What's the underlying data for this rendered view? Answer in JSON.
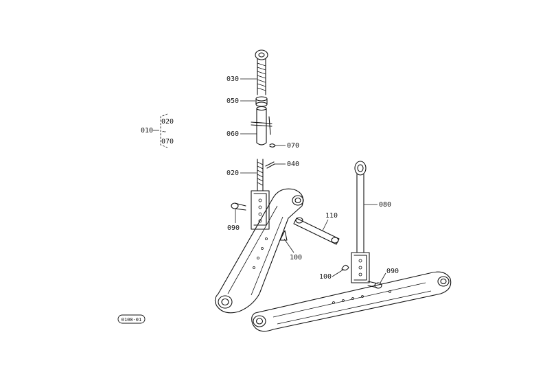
{
  "group": {
    "main": "010",
    "from": "020",
    "range_mark": "~",
    "to": "070"
  },
  "callouts": {
    "p030": "030",
    "p050": "050",
    "p060": "060",
    "p070": "070",
    "p040": "040",
    "p020": "020",
    "p090_left": "090",
    "p100_left": "100",
    "p110": "110",
    "p080": "080",
    "p100_right": "100",
    "p090_right": "090"
  },
  "figure_id": "0108-01"
}
